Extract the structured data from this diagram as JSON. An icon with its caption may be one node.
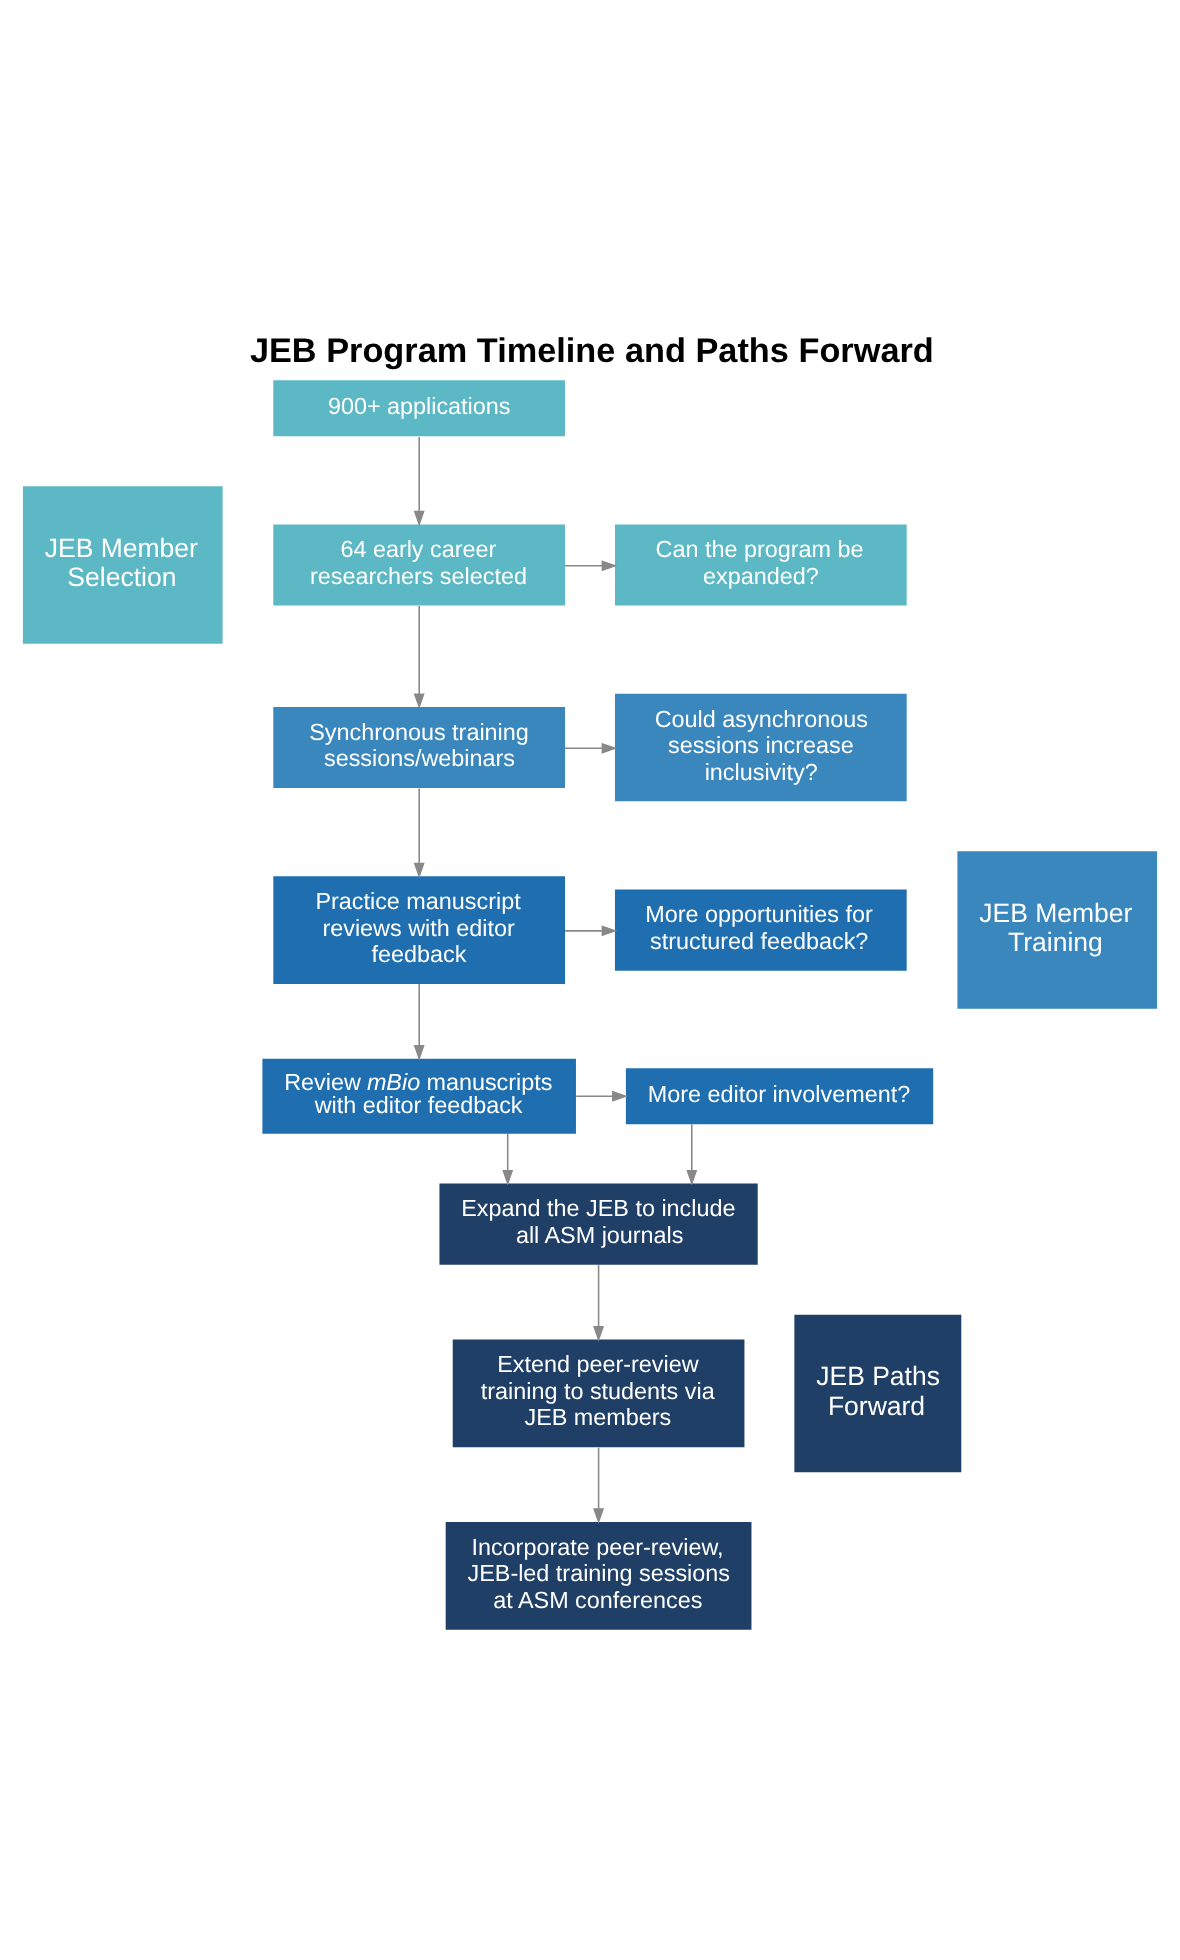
{
  "diagram": {
    "title": "JEB Program Timeline and Paths Forward",
    "nodes": [
      {
        "text": [
          "JEB Member Selection"
        ]
      },
      {
        "text": [
          "900+ applications"
        ]
      },
      {
        "text": [
          "64 early career researchers selected"
        ]
      },
      {
        "text": [
          "Can the program be expanded?"
        ]
      },
      {
        "text": [
          "JEB Member Training"
        ]
      },
      {
        "text": [
          "Synchronous training sessions/webinars"
        ]
      },
      {
        "text": [
          "Could asynchronous sessions increase inclusivity?"
        ]
      },
      {
        "text": [
          "Practice manuscript reviews with editor feedback"
        ]
      },
      {
        "text": [
          "More opportunities for structured feedback?"
        ]
      },
      {
        "text": [
          "Review *mBio* manuscripts with editor feedback"
        ]
      },
      {
        "text": [
          "More editor involvement?"
        ]
      },
      {
        "text": [
          "JEB Paths Forward"
        ]
      },
      {
        "text": [
          "Expand the JEB to include all ASM journals"
        ]
      },
      {
        "text": [
          "Extend peer-review training to students via JEB members"
        ]
      },
      {
        "text": [
          "Incorporate peer-review, JEB-led training sessions at ASM conferences"
        ]
      }
    ],
    "edges": [
      {
        "from": 1,
        "to": 2,
        "arrow": "to"
      },
      {
        "from": 2,
        "to": 3,
        "arrow": "to"
      },
      {
        "from": 2,
        "to": 5,
        "arrow": "to"
      },
      {
        "from": 5,
        "to": 6,
        "arrow": "to"
      },
      {
        "from": 5,
        "to": 7,
        "arrow": "to"
      },
      {
        "from": 7,
        "to": 8,
        "arrow": "to"
      },
      {
        "from": 7,
        "to": 9,
        "arrow": "to"
      },
      {
        "from": 9,
        "to": 10,
        "arrow": "to"
      },
      {
        "from": 9,
        "to": 12,
        "arrow": "to"
      },
      {
        "from": 10,
        "to": 12,
        "arrow": "to"
      },
      {
        "from": 12,
        "to": 13,
        "arrow": "to"
      },
      {
        "from": 13,
        "to": 14,
        "arrow": "to"
      }
    ]
  }
}
